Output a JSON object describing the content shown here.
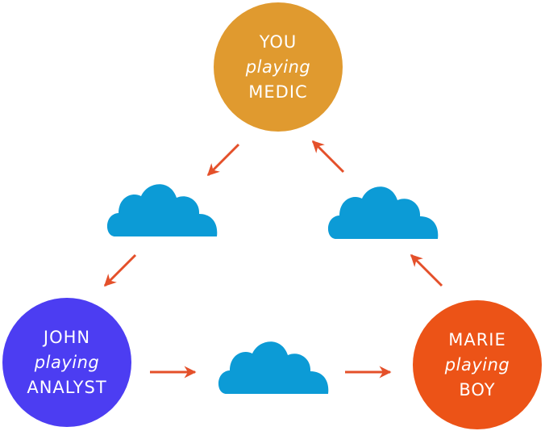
{
  "colors": {
    "you": "#E09A2F",
    "john": "#4C3DF2",
    "marie": "#EC5317",
    "cloud": "#0C9BD6",
    "arrow": "#E4502A"
  },
  "players": {
    "you": {
      "name": "YOU",
      "connector": "playing",
      "role": "MEDIC"
    },
    "john": {
      "name": "JOHN",
      "connector": "playing",
      "role": "ANALYST"
    },
    "marie": {
      "name": "MARIE",
      "connector": "playing",
      "role": "BOY"
    }
  },
  "icons": {
    "cloud": "cloud-icon",
    "arrow": "arrow-icon"
  }
}
